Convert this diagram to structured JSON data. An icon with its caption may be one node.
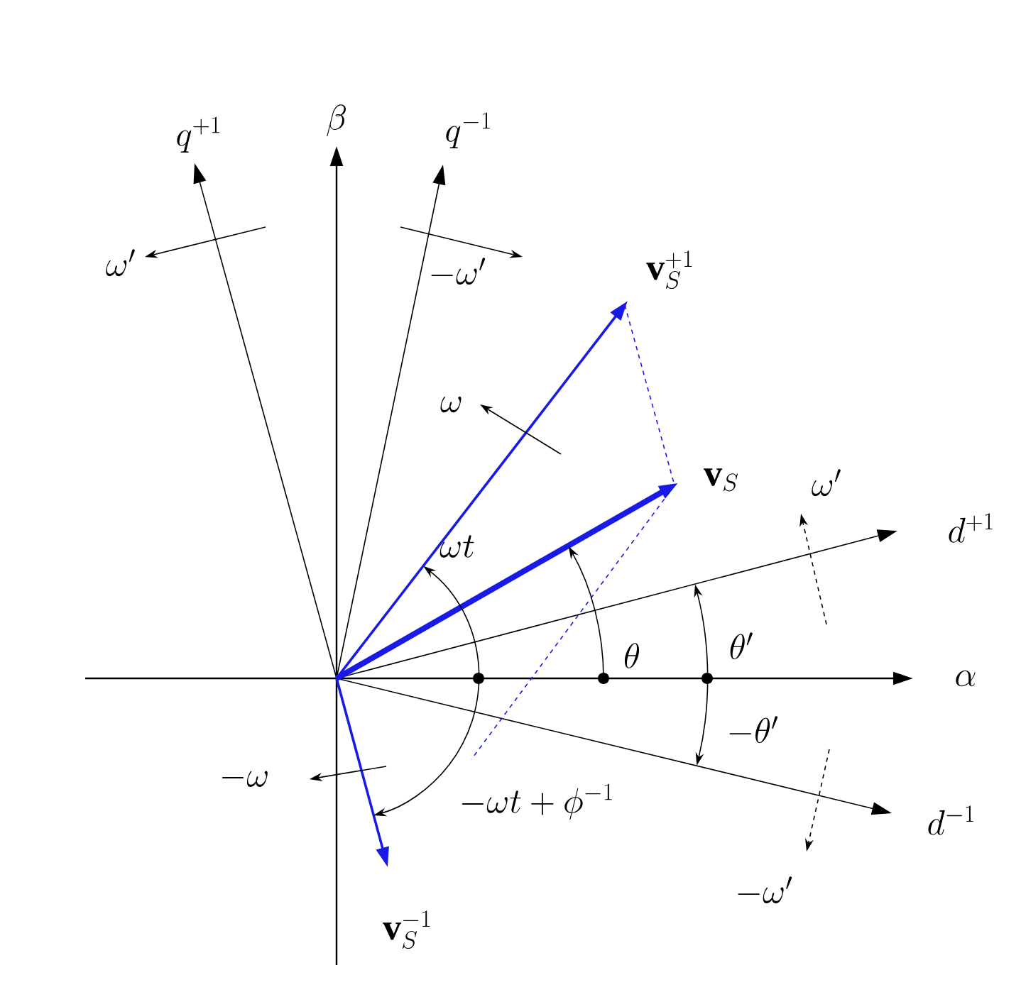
{
  "diagram": {
    "labels": [
      "q^{+1}",
      "\\beta",
      "q^{-1}",
      "\\omega'",
      "-\\omega'",
      "\\mathbf{v}_S^{+1}",
      "\\omega",
      "\\mathbf{v}_S",
      "\\omega'",
      "d^{+1}",
      "\\omega t",
      "\\theta",
      "\\theta'",
      "\\alpha",
      "-\\theta'",
      "-\\omega",
      "-\\omega t+\\phi^{-1}",
      "d^{-1}",
      "-\\omega'",
      "\\mathbf{v}_S^{-1}"
    ]
  }
}
